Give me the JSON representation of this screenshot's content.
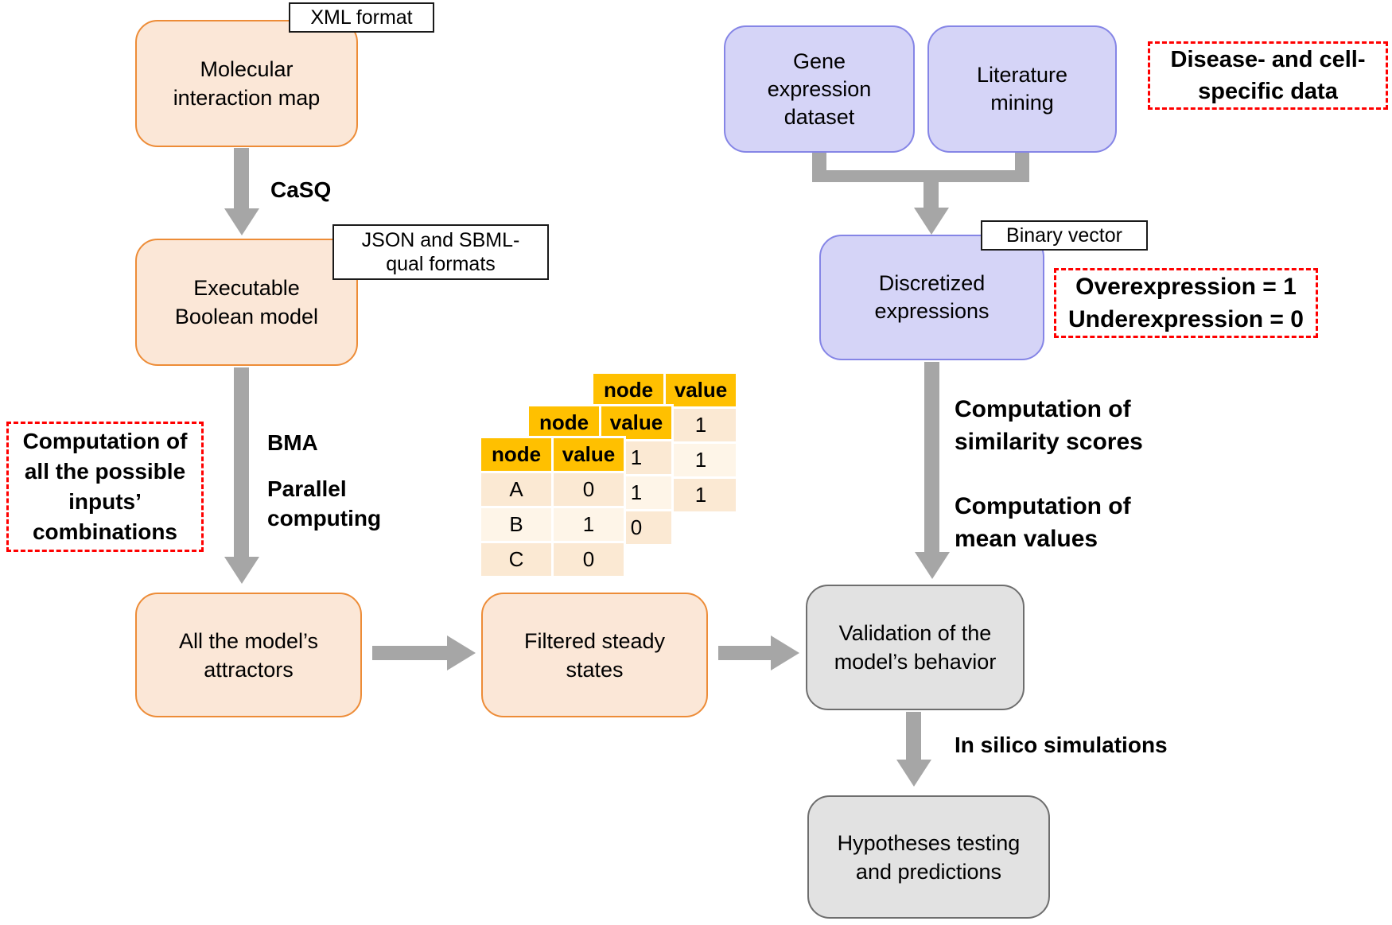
{
  "title": "Boolean model analysis workflow diagram",
  "boxes": {
    "molecular": [
      "Molecular",
      "interaction map"
    ],
    "executable": [
      "Executable",
      "Boolean model"
    ],
    "attractors": [
      "All the model’s",
      "attractors"
    ],
    "filtered": [
      "Filtered steady",
      "states"
    ],
    "gene": [
      "Gene",
      "expression",
      "dataset"
    ],
    "literature": [
      "Literature",
      "mining"
    ],
    "discretized": [
      "Discretized",
      "expressions"
    ],
    "validation": [
      "Validation of the",
      "model’s behavior"
    ],
    "hypotheses": [
      "Hypotheses testing",
      "and predictions"
    ]
  },
  "labels": {
    "xml_format": "XML format",
    "json_sbml": [
      "JSON and SBML-",
      "qual formats"
    ],
    "binary_vector": "Binary vector"
  },
  "arrow_labels": {
    "casq": "CaSQ",
    "bma": "BMA",
    "parallel": [
      "Parallel",
      "computing"
    ],
    "similarity": [
      "Computation of",
      "similarity scores"
    ],
    "mean": [
      "Computation of",
      "mean values"
    ],
    "insilico": "In silico simulations"
  },
  "callouts": {
    "inputs": [
      "Computation of",
      "all the possible",
      "inputs’",
      "combinations"
    ],
    "disease": [
      "Disease- and cell-",
      "specific data"
    ],
    "discretization": [
      "Overexpression = 1",
      "Underexpression = 0"
    ]
  },
  "tables": {
    "headers": [
      "node",
      "value"
    ],
    "back": {
      "rows": [
        [
          "",
          "1"
        ],
        [
          "",
          "1"
        ],
        [
          "",
          "1"
        ]
      ]
    },
    "middle": {
      "rows": [
        [
          "",
          "1"
        ],
        [
          "",
          "1"
        ],
        [
          "",
          "0"
        ]
      ]
    },
    "front": {
      "rows": [
        [
          "A",
          "0"
        ],
        [
          "B",
          "1"
        ],
        [
          "C",
          "0"
        ]
      ]
    }
  },
  "colors": {
    "peach_fill": "#FBE7D7",
    "peach_border": "#ED8C37",
    "purple_fill": "#D5D4F7",
    "purple_border": "#8585E6",
    "gray_fill": "#E2E2E2",
    "gray_border": "#6E6E6E",
    "arrow_gray": "#A6A6A6",
    "table_header_gold": "#FFC000",
    "table_row_dark": "#FBE9D3",
    "table_row_light": "#FEF5E8",
    "callout_red": "#FF0000"
  }
}
